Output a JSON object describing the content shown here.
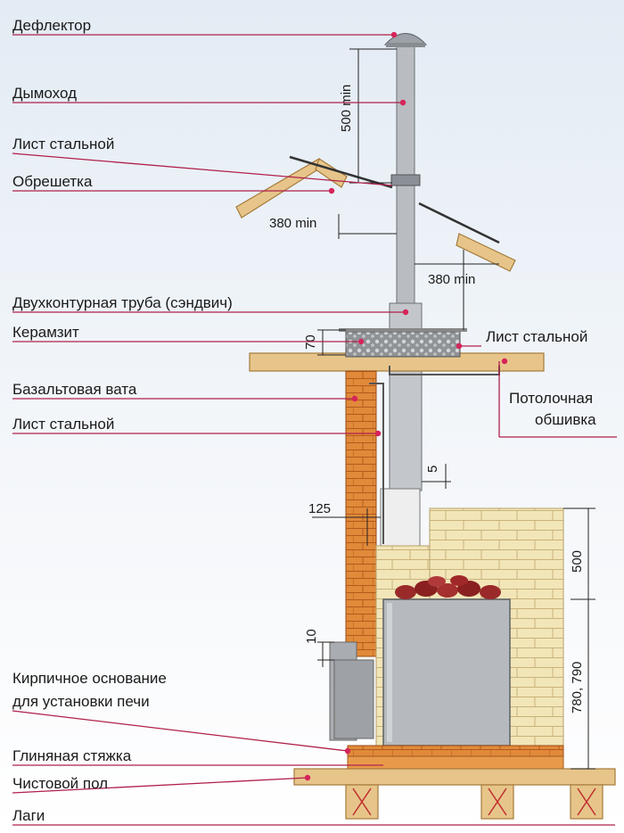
{
  "labels": {
    "deflector": "Дефлектор",
    "chimney": "Дымоход",
    "steel_sheet_roof": "Лист стальной",
    "lathing": "Обрешетка",
    "sandwich_pipe": "Двухконтурная труба (сэндвич)",
    "expanded_clay": "Керамзит",
    "steel_sheet_ceiling": "Лист стальной",
    "basalt_wool": "Базальтовая вата",
    "steel_sheet_wall": "Лист стальной",
    "ceiling_lining_1": "Потолочная",
    "ceiling_lining_2": "обшивка",
    "brick_base_1": "Кирпичное основание",
    "brick_base_2": "для установки печи",
    "clay_screed": "Глиняная стяжка",
    "finish_floor": "Чистовой пол",
    "joists": "Лаги"
  },
  "dimensions": {
    "deflector_height": "500 min",
    "roof_left_clearance": "380 min",
    "roof_right_clearance": "380 min",
    "clay_thickness": "70",
    "pipe_gap": "5",
    "wall_gap": "125",
    "brick_screen_height": "500",
    "step_height": "10",
    "stove_height": "780, 790"
  },
  "colors": {
    "leader": "#b0204a",
    "brick": "#e08a3a",
    "light_brick": "#f2e6b8",
    "steel": "#b9bdc2",
    "wood": "#e7c58a",
    "stones": "#9a2a2a"
  }
}
